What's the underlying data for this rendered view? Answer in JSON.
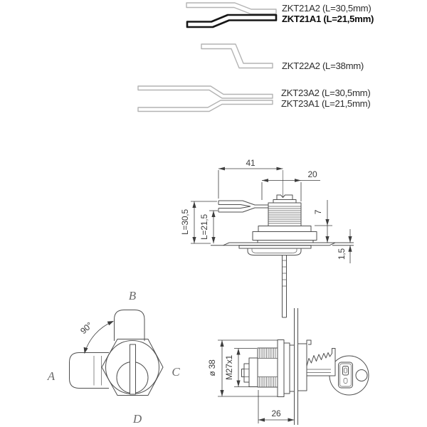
{
  "drawing": {
    "profiles": [
      {
        "label": "ZKT21A2 (L=30,5mm)"
      },
      {
        "label": "ZKT21A1 (L=21,5mm)"
      },
      {
        "label": "ZKT22A2 (L=38mm)"
      },
      {
        "label": "ZKT23A2 (L=30,5mm)"
      },
      {
        "label": "ZKT23A1 (L=21,5mm)"
      }
    ],
    "side_view_dims": {
      "cam_length": "41",
      "top_width": "20",
      "l_long": "L=30,5",
      "l_short": "L=21,5",
      "nut_stack": "7",
      "panel_thickness": "1,5"
    },
    "rotation": {
      "angle": "90°",
      "pos_a": "A",
      "pos_b": "B",
      "pos_c": "C",
      "pos_d": "D"
    },
    "front_view_dims": {
      "diameter": "ø 38",
      "thread": "M27x1",
      "grip_length": "26"
    },
    "colors": {
      "line": "#4f4f4f",
      "profile_light": "#b3b3b3",
      "profile_bold": "#161616",
      "dim_text": "#3d3d3d",
      "letter_text": "#6a6a6a",
      "background": "#ffffff"
    }
  }
}
